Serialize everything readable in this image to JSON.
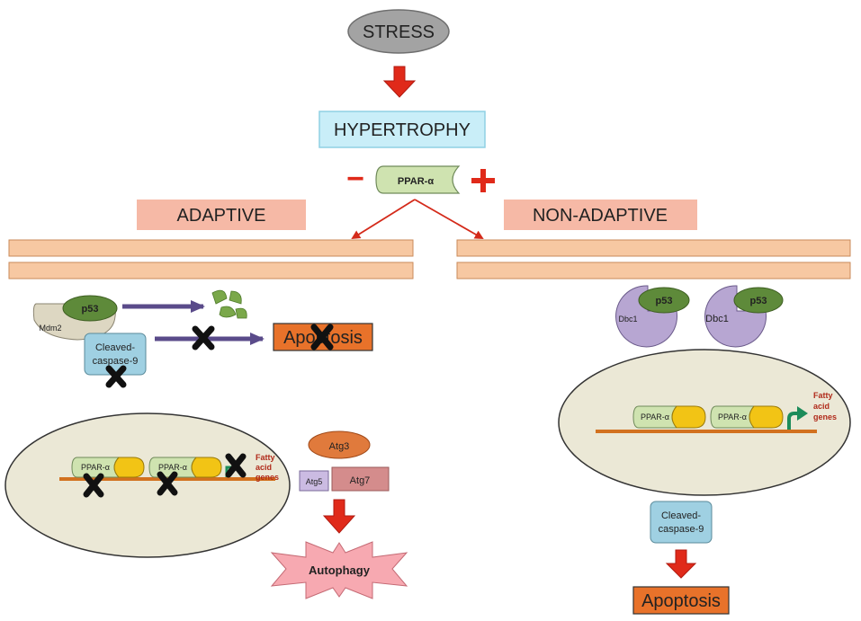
{
  "labels": {
    "stress": "STRESS",
    "hypertrophy": "HYPERTROPHY",
    "ppar_top": "PPAR-α",
    "minus": "−",
    "plus": "+",
    "adaptive": "ADAPTIVE",
    "non_adaptive": "NON-ADAPTIVE",
    "mdm2": "Mdm2",
    "p53": "p53",
    "cleaved_caspase_line1": "Cleaved-",
    "cleaved_caspase_line2": "caspase-9",
    "apoptosis": "Apoptosis",
    "ppar": "PPAR-α",
    "fatty_line1": "Fatty",
    "fatty_line2": "acid",
    "fatty_line3": "genes",
    "atg3": "Atg3",
    "atg5": "Atg5",
    "atg7": "Atg7",
    "autophagy": "Autophagy",
    "dbc1": "Dbc1"
  },
  "colors": {
    "stress_fill": "#9e9e9e",
    "hypertrophy_fill": "#c9eef8",
    "adaptive_fill": "#f6b9a6",
    "membrane": "#f7c8a2",
    "membrane_stroke": "#c98a5a",
    "p53": "#5e8a3a",
    "mdm2": "#d8d2be",
    "dbc1": "#b7a6d2",
    "caspase": "#9fd0e2",
    "apoptosis_box": "#e8722a",
    "nucleus": "#ebe8d6",
    "dna": "#d2711f",
    "ppar": "#cfe3b0",
    "partner": "#f2c415",
    "atg3": "#e07a3c",
    "atg5": "#cbbbe2",
    "atg7": "#d48c8c",
    "autophagy": "#f7a9b1",
    "red_arrow": "#e02a1a",
    "purple_arrow": "#5a4b8a",
    "gene_arrow": "#1c8c5a"
  }
}
